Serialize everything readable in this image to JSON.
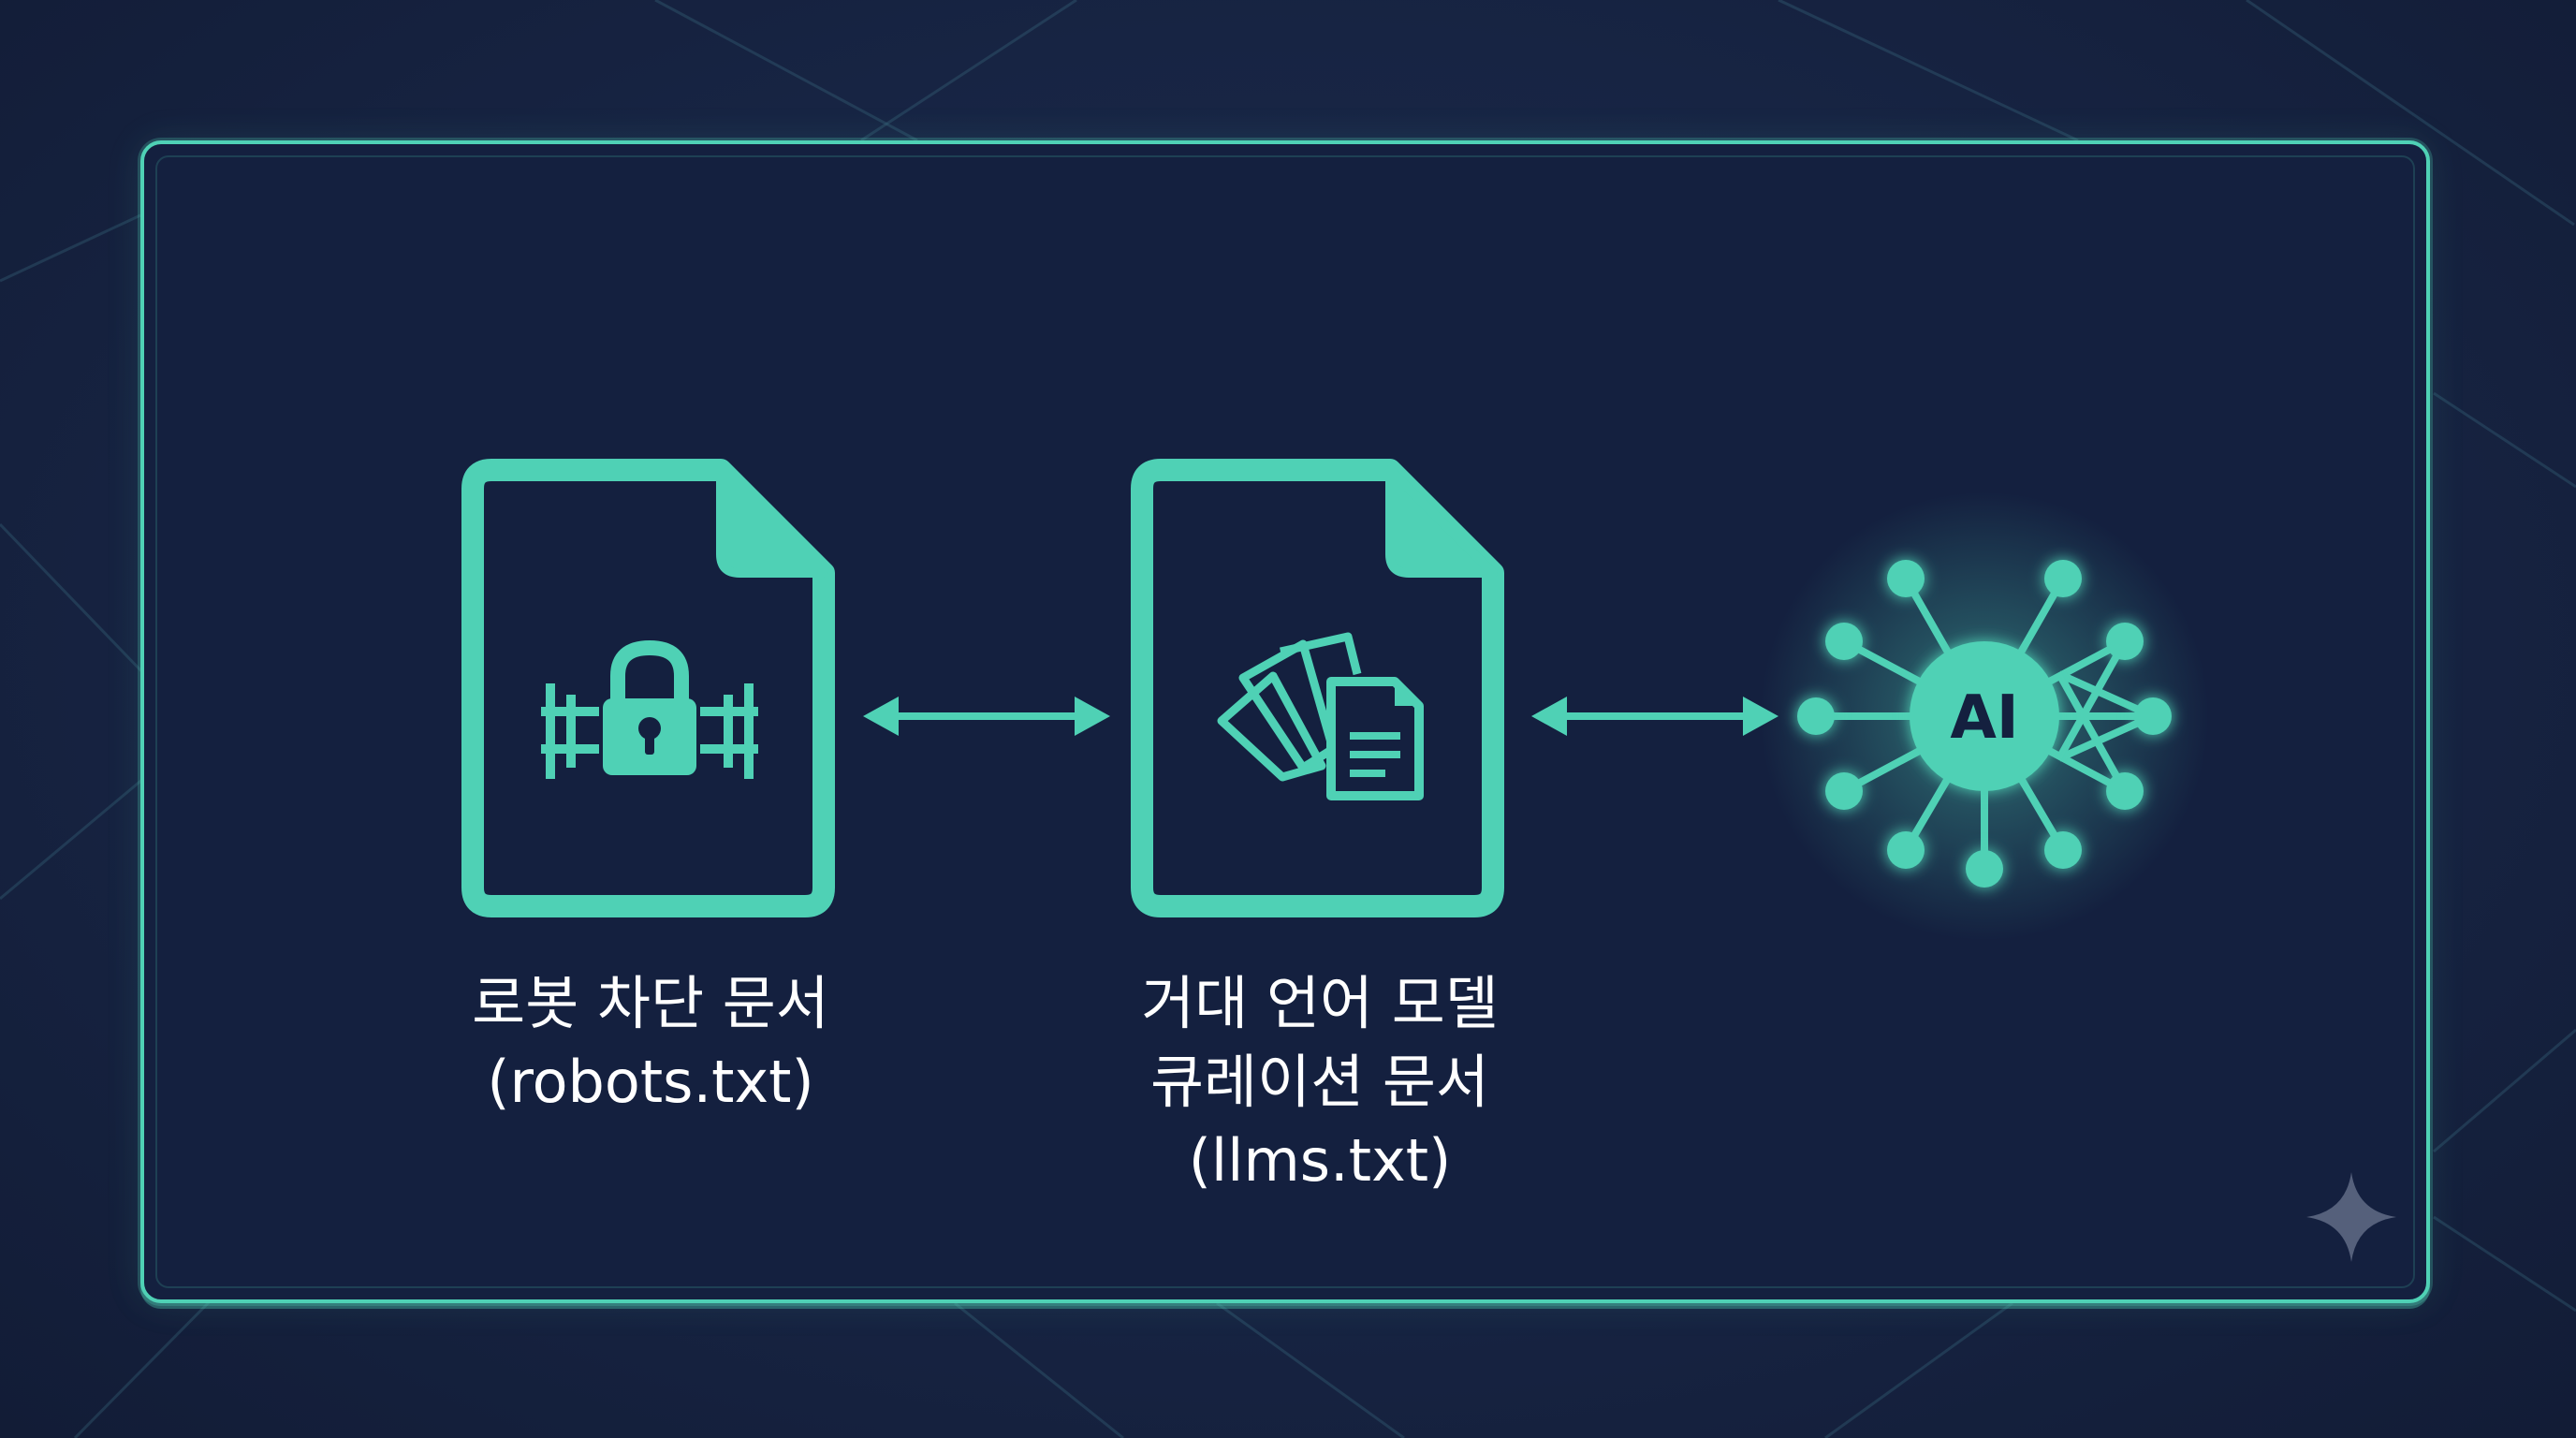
{
  "nodes": [
    {
      "id": "robots",
      "icon": "locked-document-icon",
      "label_lines": [
        "로봇 차단 문서",
        "(robots.txt)"
      ]
    },
    {
      "id": "llms",
      "icon": "curated-documents-icon",
      "label_lines": [
        "거대 언어 모델",
        "큐레이션 문서",
        "(llms.txt)"
      ]
    },
    {
      "id": "ai",
      "icon": "ai-network-icon",
      "badge_text": "AI"
    }
  ],
  "connections": [
    {
      "from": "robots",
      "to": "llms",
      "style": "double-arrow"
    },
    {
      "from": "llms",
      "to": "ai",
      "style": "double-arrow"
    }
  ],
  "colors": {
    "accent": "#4fd1b5",
    "panel": "#14203f",
    "background": "#172443",
    "text": "#ffffff"
  }
}
